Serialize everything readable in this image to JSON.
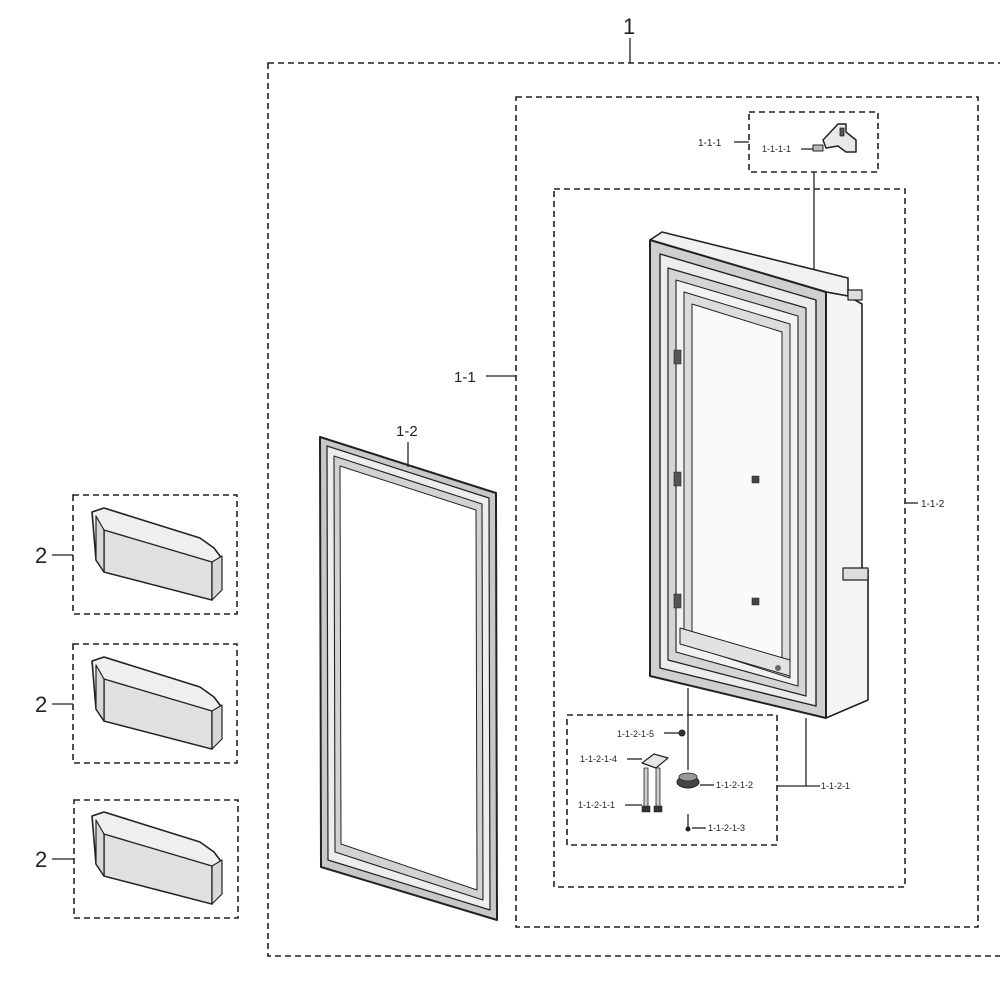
{
  "diagram": {
    "labels": {
      "assembly": "1",
      "door_assy": "1-1",
      "gasket": "1-2",
      "hinge_upper": "1-1-1",
      "hinge_screw": "1-1-1-1",
      "door_foam": "1-1-2",
      "hinge_lower_assy": "1-1-2-1",
      "hinge_cap": "1-1-2-1-2",
      "hinge_screw_lower": "1-1-2-1-3",
      "hinge_bracket": "1-1-2-1-4",
      "hinge_pin": "1-1-2-1-5",
      "hinge_bolt": "1-1-2-1-1",
      "guard_1": "2",
      "guard_2": "2",
      "guard_3": "2"
    }
  }
}
